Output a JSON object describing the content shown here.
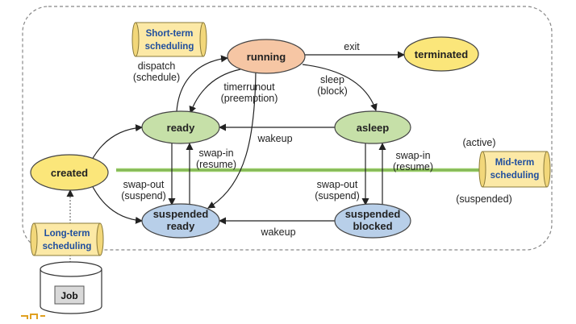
{
  "states": {
    "running": "running",
    "terminated": "terminated",
    "ready": "ready",
    "asleep": "asleep",
    "created": "created",
    "suspended_ready_line1": "suspended",
    "suspended_ready_line2": "ready",
    "suspended_blocked_line1": "suspended",
    "suspended_blocked_line2": "blocked"
  },
  "transitions": {
    "exit": "exit",
    "dispatch_line1": "dispatch",
    "dispatch_line2": "(schedule)",
    "timerrunout_line1": "timerrunout",
    "timerrunout_line2": "(preemption)",
    "sleep_line1": "sleep",
    "sleep_line2": "(block)",
    "wakeup_top": "wakeup",
    "wakeup_bottom": "wakeup",
    "swap_in_left_line1": "swap-in",
    "swap_in_left_line2": "(resume)",
    "swap_out_left_line1": "swap-out",
    "swap_out_left_line2": "(suspend)",
    "swap_out_right_line1": "swap-out",
    "swap_out_right_line2": "(suspend)",
    "swap_in_right_line1": "swap-in",
    "swap_in_right_line2": "(resume)"
  },
  "schedulers": {
    "short_term_line1": "Short-term",
    "short_term_line2": "scheduling",
    "mid_term_line1": "Mid-term",
    "mid_term_line2": "scheduling",
    "long_term_line1": "Long-term",
    "long_term_line2": "scheduling"
  },
  "labels": {
    "active": "(active)",
    "suspended": "(suspended)",
    "job": "Job"
  },
  "colors": {
    "running_fill": "#f6c6a4",
    "terminated_fill": "#fbe67a",
    "ready_fill": "#c6e0a8",
    "asleep_fill": "#c6e0a8",
    "created_fill": "#fbe67a",
    "suspended_fill": "#b8cfe9",
    "scroll_fill": "#fce9a6",
    "scroll_text": "#1f4e9e",
    "divider": "#9ccf6a"
  }
}
